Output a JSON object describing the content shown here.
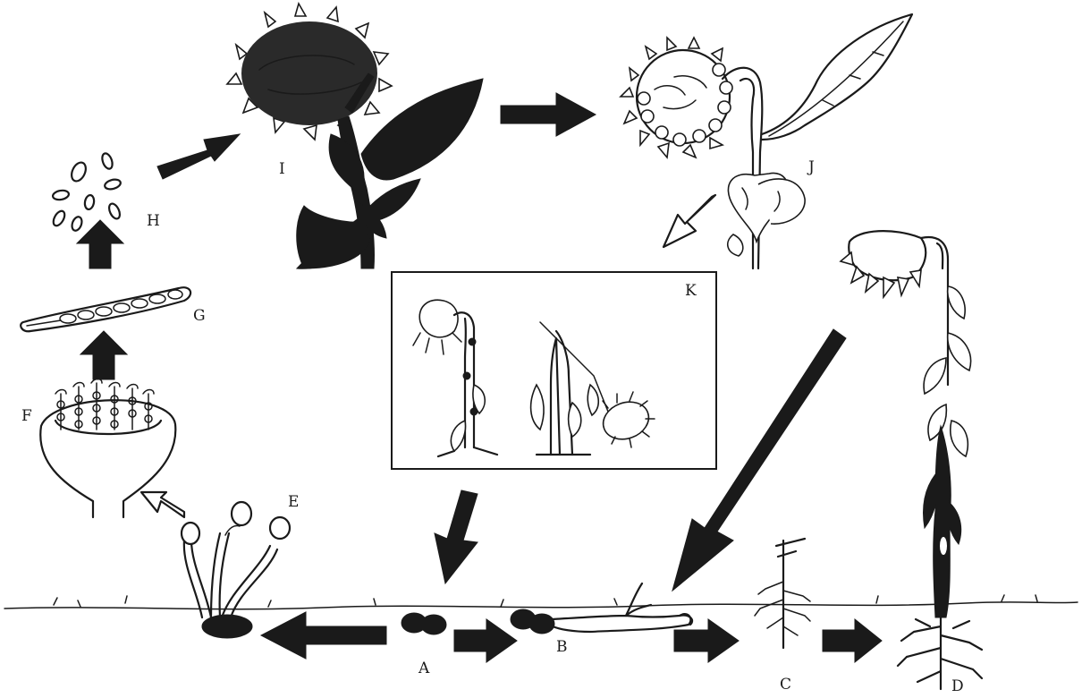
{
  "labels": {
    "A": "A",
    "B": "B",
    "C": "C",
    "D": "D",
    "E": "E",
    "F": "F",
    "G": "G",
    "H": "H",
    "I": "I",
    "J": "J",
    "K": "K"
  },
  "colors": {
    "ink": "#1a1a1a",
    "paper": "#ffffff"
  }
}
